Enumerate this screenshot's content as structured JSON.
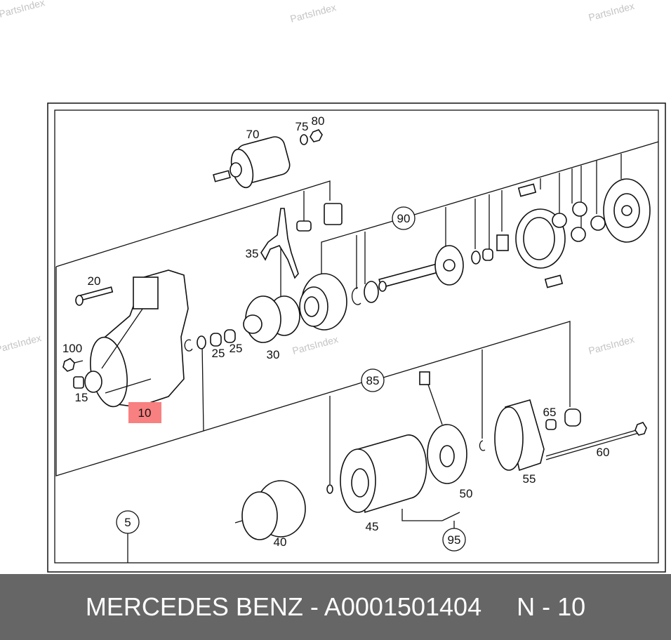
{
  "watermark": "PartsIndex",
  "labels": {
    "l70": "70",
    "l75": "75",
    "l80": "80",
    "l90": "90",
    "l35": "35",
    "l20": "20",
    "l100": "100",
    "l15": "15",
    "l10": "10",
    "l25a": "25",
    "l25b": "25",
    "l30": "30",
    "l85": "85",
    "l65": "65",
    "l60": "60",
    "l55": "55",
    "l50": "50",
    "l45": "45",
    "l40": "40",
    "l95": "95",
    "l5": "5"
  },
  "highlight_color": "#f88080",
  "footer": {
    "brand_part": "MERCEDES BENZ - A0001501404",
    "position": "N - 10"
  }
}
